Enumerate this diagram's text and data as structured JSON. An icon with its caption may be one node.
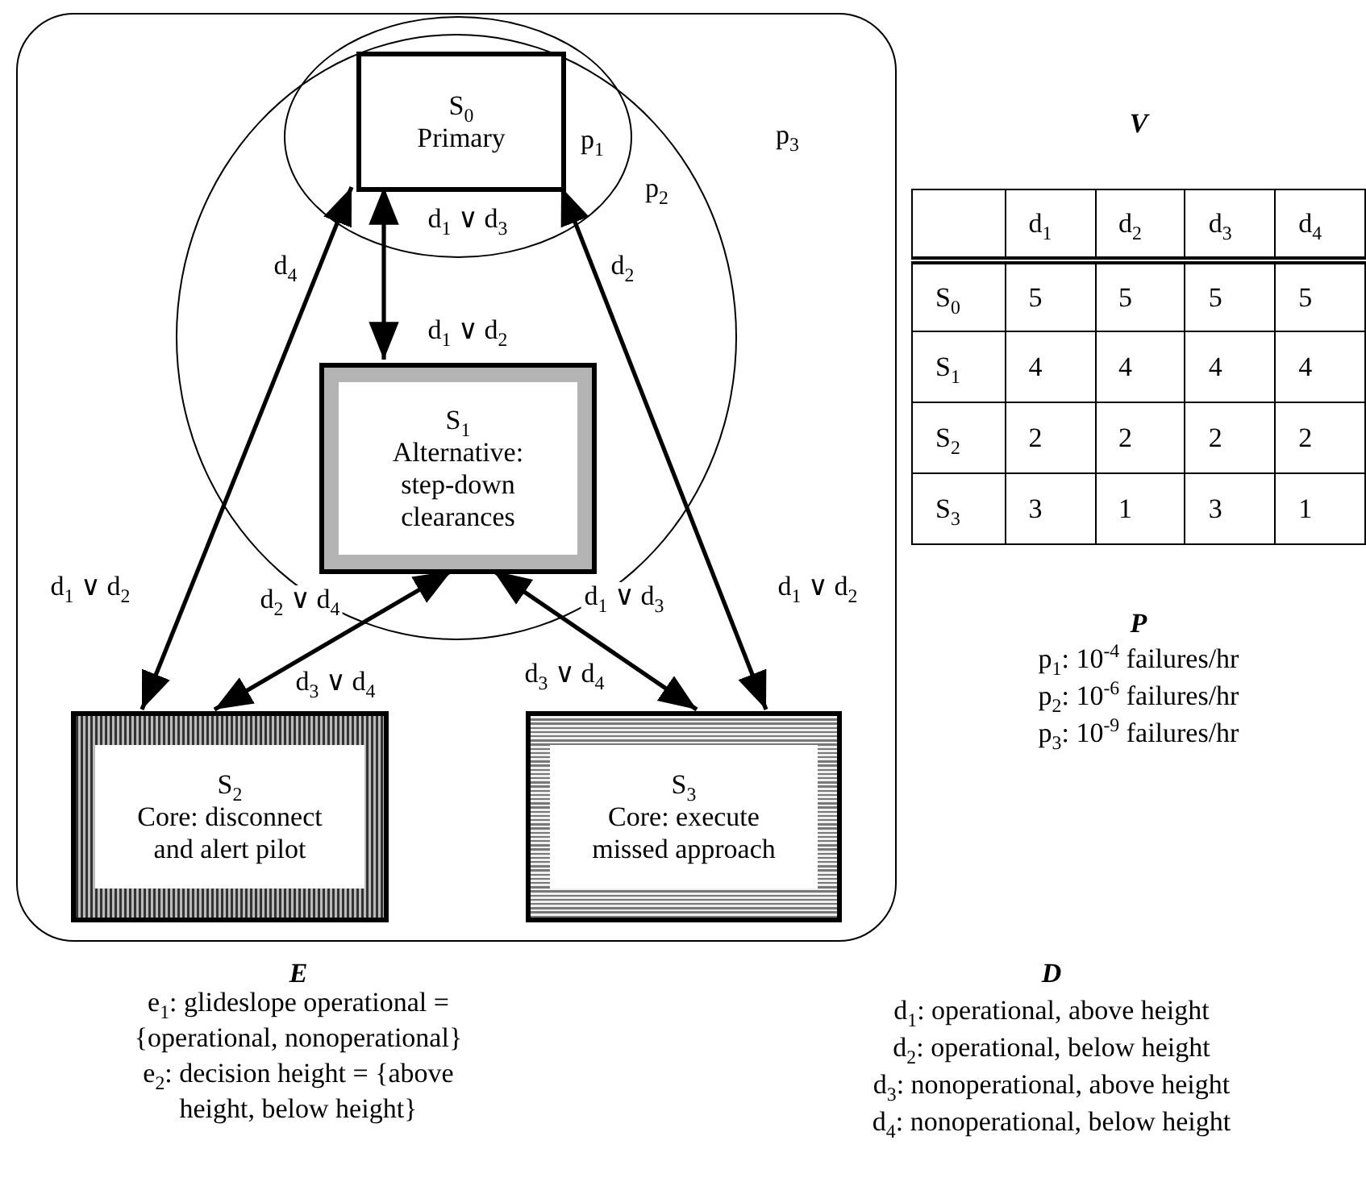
{
  "diagram": {
    "nodes": [
      {
        "text": [
          "p$_{3}$"
        ]
      },
      {
        "text": [
          "p$_{2}$"
        ],
        "in": 0
      },
      {
        "text": [
          "p$_{1}$"
        ],
        "in": 1
      },
      {
        "text": [
          "S$_{0}$",
          "Primary"
        ],
        "in": 2
      },
      {
        "text": [
          "S$_{1}$",
          "Alternative: step-down clearances"
        ],
        "in": 1
      },
      {
        "text": [
          "S$_{2}$",
          "Core: disconnect and alert pilot"
        ],
        "in": 0
      },
      {
        "text": [
          "S$_{3}$",
          "Core: execute missed approach"
        ],
        "in": 0
      }
    ],
    "edges": [
      {
        "from": 3,
        "to": 4,
        "arrow": "both",
        "label": "d$_{1}$ ∨ d$_{2}$"
      },
      {
        "from": 3,
        "to": 5,
        "arrow": "both",
        "label": "d$_{1}$ ∨ d$_{2}$"
      },
      {
        "from": 3,
        "to": 6,
        "arrow": "both",
        "label": "d$_{1}$ ∨ d$_{2}$"
      },
      {
        "from": 4,
        "to": 5,
        "arrow": "both",
        "label": "d$_{3}$ ∨ d$_{4}$"
      },
      {
        "from": 4,
        "to": 6,
        "arrow": "both",
        "label": "d$_{3}$ ∨ d$_{4}$"
      }
    ],
    "labels": [
      "d$_{1}$ ∨ d$_{3}$",
      "d$_{4}$",
      "d$_{2}$",
      "d$_{2}$ ∨ d$_{4}$",
      "d$_{1}$ ∨ d$_{3}$",
      "V",
      "d$_{1}$",
      "d$_{2}$",
      "d$_{3}$",
      "d$_{4}$",
      "S$_{0}$",
      "5",
      "5",
      "5",
      "5",
      "S$_{1}$",
      "4",
      "4",
      "4",
      "4",
      "S$_{2}$",
      "2",
      "2",
      "2",
      "2",
      "S$_{3}$",
      "3",
      "1",
      "3",
      "1",
      "P",
      "p$_{1}$: 10$^{-4}$ failures/hr",
      "p$_{2}$: 10$^{-6}$ failures/hr",
      "p$_{3}$: 10$^{-9}$ failures/hr",
      "E",
      "e$_{1}$: glideslope operational = {operational, nonoperational}",
      "e$_{2}$: decision height = {above height, below height}",
      "D",
      "d$_{1}$: operational, above height",
      "d$_{2}$: operational, below height",
      "d$_{3}$: nonoperational, above height",
      "d$_{4}$: nonoperational, below height"
    ]
  }
}
